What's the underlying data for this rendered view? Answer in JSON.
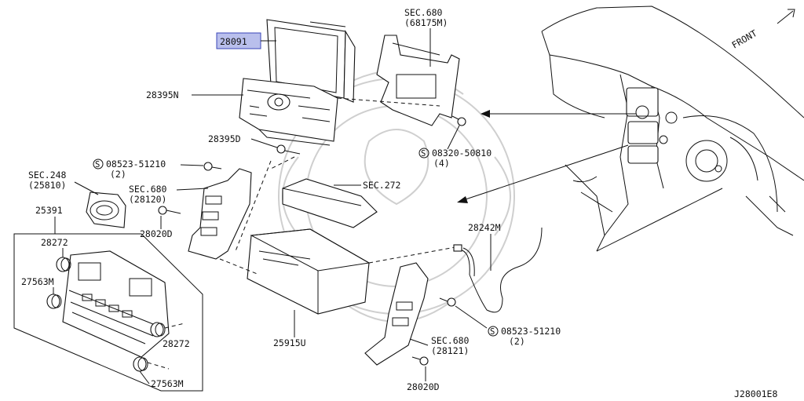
{
  "diagram": {
    "highlighted_part": "28091",
    "figure_code": "J28001E8",
    "front_label": "FRONT",
    "labels": {
      "p28091": "28091",
      "sec680_top": "SEC.680",
      "sec680_top_ref": "(68175M)",
      "p28395N": "28395N",
      "p28395D": "28395D",
      "bolt_08320": "08320-50810",
      "bolt_08320_qty": "(4)",
      "bolt_08523_a": "08523-51210",
      "bolt_08523_a_qty": "(2)",
      "sec248": "SEC.248",
      "sec248_ref": "(25810)",
      "sec680_left": "SEC.680",
      "sec680_left_ref": "(28120)",
      "sec272": "SEC.272",
      "p25391": "25391",
      "p28020D_a": "28020D",
      "p28272_a": "28272",
      "p27563M_a": "27563M",
      "p28242M": "28242M",
      "p25915U": "25915U",
      "bolt_08523_b": "08523-51210",
      "bolt_08523_b_qty": "(2)",
      "p28272_b": "28272",
      "sec680_right": "SEC.680",
      "sec680_right_ref": "(28121)",
      "p27563M_b": "27563M",
      "p28020D_b": "28020D"
    },
    "screw_symbol": "S",
    "colors": {
      "highlight_fill": "#b9bfec",
      "highlight_stroke": "#3a46b8",
      "line": "#111111",
      "watermark": "#cfcfcf"
    }
  }
}
